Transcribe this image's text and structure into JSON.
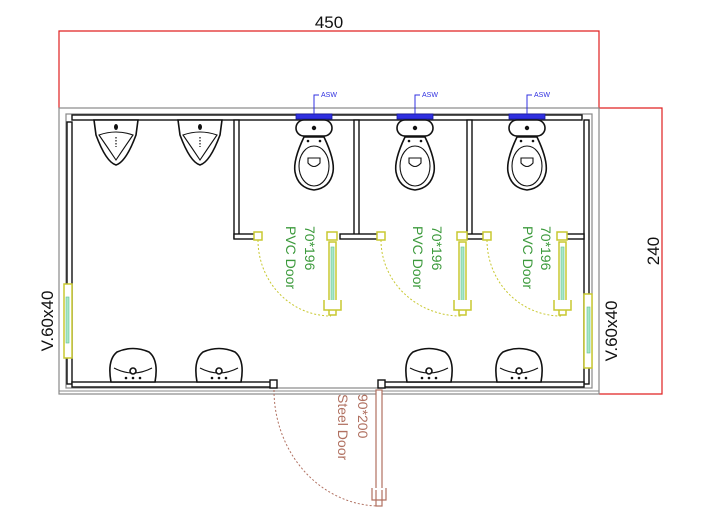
{
  "dimensions": {
    "width_label": "450",
    "height_label": "240"
  },
  "windows": {
    "left_label": "V.60x40",
    "right_label": "V.60x40"
  },
  "fixtures": {
    "urinal_count": 2,
    "toilet_count": 3,
    "washbasin_count": 4,
    "asw_label": "ASW"
  },
  "stall_doors": [
    {
      "size": "70*196",
      "type": "PVC Door"
    },
    {
      "size": "70*196",
      "type": "PVC Door"
    },
    {
      "size": "70*196",
      "type": "PVC Door"
    }
  ],
  "entrance_door": {
    "size": "90*200",
    "type": "Steel Door"
  },
  "colors": {
    "dimension": "#e02020",
    "asw": "#3030e0",
    "pvc_door": "#c8c830",
    "pvc_text": "#3c9a3c",
    "steel_door": "#b07060"
  }
}
